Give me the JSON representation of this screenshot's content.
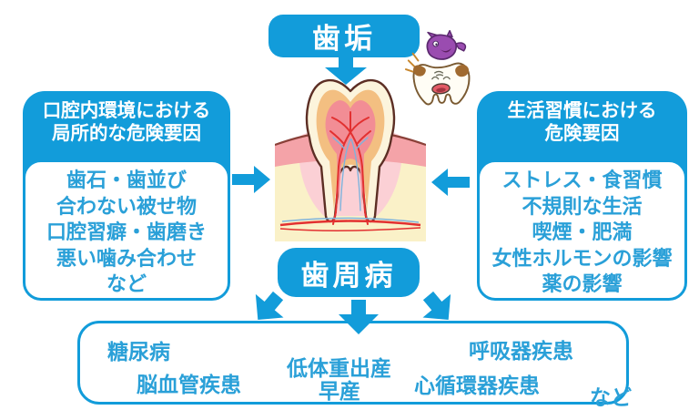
{
  "colors": {
    "accent_blue": "#129cda",
    "text_blue": "#2aa0d8",
    "germ_purple": "#9a4cb0",
    "decay_brown": "#a06a30",
    "gum_pink": "#f4a3a8",
    "inner_gum_pink": "#fbd0d5",
    "bone_yellow": "#faf1c8",
    "enamel_cream": "#fcf4dc",
    "dentin_orange": "#f3bf81",
    "pulp_red": "#f28d95"
  },
  "plaque_box": {
    "label": "歯垢"
  },
  "perio_box": {
    "label": "歯周病"
  },
  "left_panel": {
    "header_line1": "口腔内環境における",
    "header_line2": "局所的な危険要因",
    "items": [
      "歯石・歯並び",
      "合わない被せ物",
      "口腔習癖・歯磨き",
      "悪い噛み合わせ",
      "など"
    ]
  },
  "right_panel": {
    "header_line1": "生活習慣における",
    "header_line2": "危険要因",
    "items": [
      "ストレス・食習慣",
      "不規則な生活",
      "喫煙・肥満",
      "女性ホルモンの影響",
      "薬の影響"
    ]
  },
  "bottom_panel": {
    "items": [
      "糖尿病",
      "脳血管疾患",
      "低体重出産",
      "早産",
      "呼吸器疾患",
      "心循環器疾患"
    ],
    "etc_label": "など"
  },
  "icons": {
    "tooth_cross_section": "tooth-cross-section-illustration",
    "plaque_germ": "plaque-germ-on-sad-tooth-icon",
    "arrows": [
      "arrow-down-icon",
      "arrow-right-icon",
      "arrow-left-icon",
      "arrow-down-left-icon",
      "arrow-down-icon",
      "arrow-down-right-icon"
    ]
  }
}
